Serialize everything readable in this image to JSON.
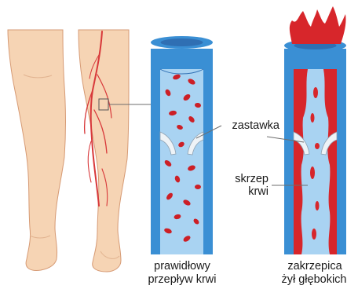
{
  "labels": {
    "valve": "zastawka",
    "clot_line1": "skrzep",
    "clot_line2": "krwi",
    "normal_line1": "prawidłowy",
    "normal_line2": "przepływ krwi",
    "dvt_line1": "zakrzepica",
    "dvt_line2": "żył głębokich"
  },
  "colors": {
    "skin": "#f6d4b4",
    "skin_outline": "#d69a74",
    "vein": "#d8383a",
    "vessel_outer": "#3a8fd4",
    "vessel_lumen": "#a9d3f2",
    "vessel_inner_top": "#2f6fb3",
    "blood_cell": "#cc1f26",
    "clot": "#d7262b",
    "valve_fill": "#eef3f7",
    "valve_stroke": "#8fa1b1",
    "leader_line": "#6d6d6d"
  },
  "icons": [
    "legs-illustration",
    "vein-magnifier-box",
    "normal-vein-cross-section",
    "clotted-vein-cross-section"
  ]
}
